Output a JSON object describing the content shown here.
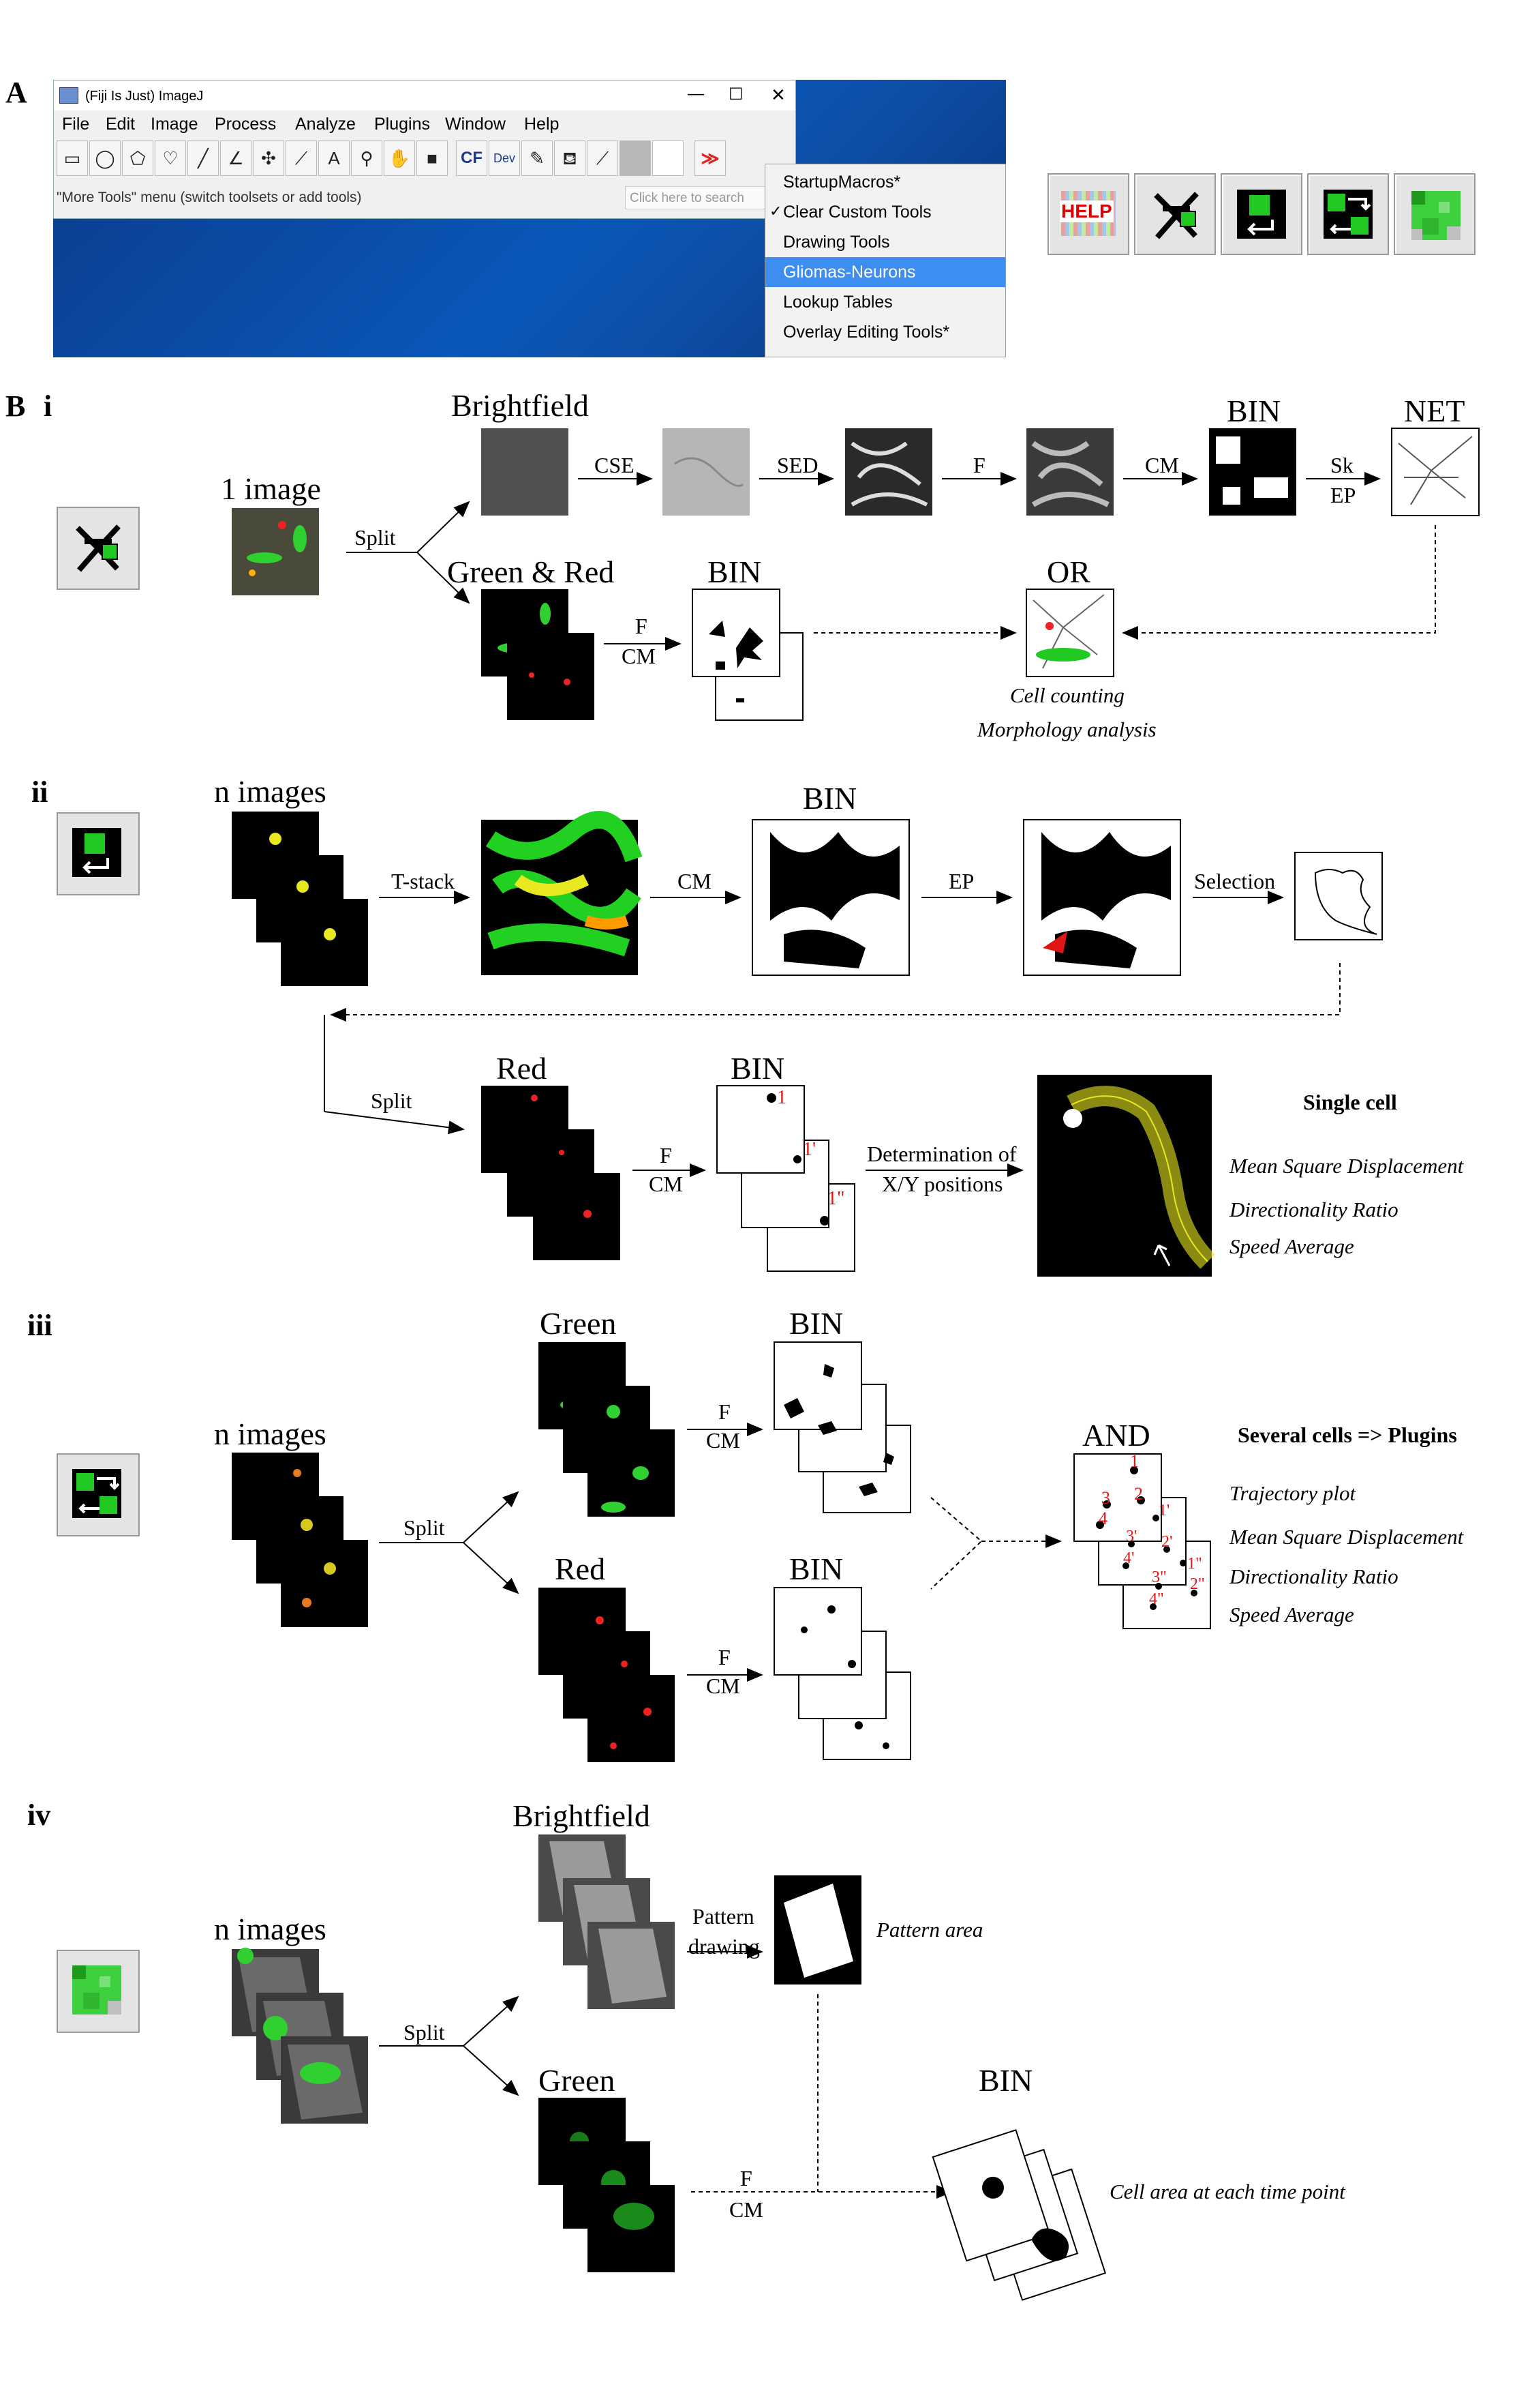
{
  "panel_labels": {
    "A": "A",
    "B": "B",
    "i": "i",
    "ii": "ii",
    "iii": "iii",
    "iv": "iv"
  },
  "imagej": {
    "title": "(Fiji Is Just) ImageJ",
    "menus": [
      "File",
      "Edit",
      "Image",
      "Process",
      "Analyze",
      "Plugins",
      "Window",
      "Help"
    ],
    "tool_cf": "CF",
    "tool_dev": "Dev",
    "tool_more": "≫",
    "status": "\"More Tools\" menu (switch toolsets or add tools)",
    "search_placeholder": "Click here to search",
    "more_tools_menu": [
      {
        "label": "StartupMacros*",
        "checked": false,
        "selected": false
      },
      {
        "label": "Clear Custom Tools",
        "checked": true,
        "selected": false
      },
      {
        "label": "Drawing Tools",
        "checked": false,
        "selected": false
      },
      {
        "label": "Gliomas-Neurons",
        "checked": false,
        "selected": true
      },
      {
        "label": "Lookup Tables",
        "checked": false,
        "selected": false
      },
      {
        "label": "Overlay Editing Tools*",
        "checked": false,
        "selected": false
      }
    ],
    "check_mark": "✓",
    "help_label": "HELP"
  },
  "section_i": {
    "input": "1 image",
    "split": "Split",
    "brightfield": "Brightfield",
    "cse": "CSE",
    "sed": "SED",
    "f": "F",
    "cm": "CM",
    "bin": "BIN",
    "net": "NET",
    "sk": "Sk",
    "ep": "EP",
    "green_red": "Green & Red",
    "f2": "F",
    "cm2": "CM",
    "bin2": "BIN",
    "or": "OR",
    "out1": "Cell counting",
    "out2": "Morphology analysis"
  },
  "section_ii": {
    "input": "n images",
    "tstack": "T-stack",
    "cm": "CM",
    "bin": "BIN",
    "ep": "EP",
    "selection": "Selection",
    "split": "Split",
    "red": "Red",
    "f": "F",
    "cm2": "CM",
    "bin2": "BIN",
    "lab1": "1",
    "lab2": "1'",
    "lab3": "1\"",
    "det1": "Determination of",
    "det2": "X/Y positions",
    "single": "Single cell",
    "msd": "Mean Square Displacement",
    "dr": "Directionality Ratio",
    "sa": "Speed Average"
  },
  "section_iii": {
    "input": "n images",
    "split": "Split",
    "green": "Green",
    "red": "Red",
    "f": "F",
    "cm": "CM",
    "f2": "F",
    "cm2": "CM",
    "bin": "BIN",
    "bin2": "BIN",
    "and": "AND",
    "labels_a": [
      "1",
      "2",
      "3",
      "4"
    ],
    "labels_b": [
      "1'",
      "2'",
      "3'",
      "4'"
    ],
    "labels_c": [
      "1\"",
      "2\"",
      "3\"",
      "4\""
    ],
    "several": "Several cells => Plugins",
    "traj": "Trajectory plot",
    "msd": "Mean Square Displacement",
    "dr": "Directionality Ratio",
    "sa": "Speed Average"
  },
  "section_iv": {
    "input": "n images",
    "split": "Split",
    "brightfield": "Brightfield",
    "pattern1": "Pattern",
    "pattern2": "drawing",
    "pattern_area": "Pattern area",
    "green": "Green",
    "f": "F",
    "cm": "CM",
    "bin": "BIN",
    "cell_area": "Cell area at each time point"
  },
  "colors": {
    "green": "#22c922",
    "red": "#e01515",
    "yellow": "#e8e820",
    "menu_selected": "#3d8ef0",
    "desktop_blue": "#0a57b8"
  }
}
